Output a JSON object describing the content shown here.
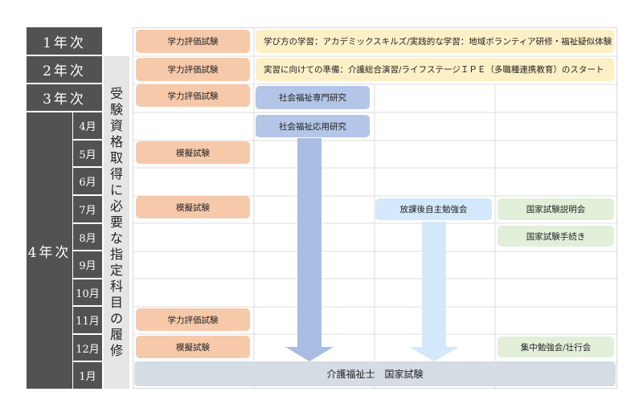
{
  "years": {
    "y1": "1年次",
    "y2": "2年次",
    "y3": "3年次",
    "y4": "4年次"
  },
  "months": [
    "4月",
    "5月",
    "6月",
    "7月",
    "8月",
    "9月",
    "10月",
    "11月",
    "12月",
    "1月"
  ],
  "vertical_label": [
    "受",
    "験",
    "資",
    "格",
    "取",
    "得",
    "に",
    "必",
    "要",
    "な",
    "指",
    "定",
    "科",
    "目",
    "の",
    "履",
    "修"
  ],
  "events": {
    "eval_y1": "学力評価試験",
    "eval_y2": "学力評価試験",
    "eval_y3": "学力評価試験",
    "learning_y1": "学び方の学習：アカデミックスキルズ/実践的な学習：地域ボランティア研修・福祉疑似体験",
    "prep_y2": "実習に向けての準備：介護総合演習/ライフステージＩＰＥ（多職種連携教育）のスタート",
    "welfare_research": "社会福祉専門研究",
    "welfare_applied": "社会福祉応用研究",
    "mock_may": "模擬試験",
    "mock_jul": "模擬試験",
    "self_study": "放課後自主勉強会",
    "exam_briefing": "国家試験説明会",
    "exam_procedure": "国家試験手続き",
    "eval_nov": "学力評価試験",
    "mock_dec": "模擬試験",
    "camp": "集中勉強会/壮行会",
    "national_exam": "介護福祉士　国家試験"
  },
  "colors": {
    "dark": "#525252",
    "orange": "#f7c9ab",
    "yellow": "#fdf0c7",
    "blue": "#b4c6e7",
    "arrow_blue": "#a9bde2",
    "light_blue": "#d3e9fb",
    "green": "#e2efd9",
    "gray": "#d6dce4"
  }
}
